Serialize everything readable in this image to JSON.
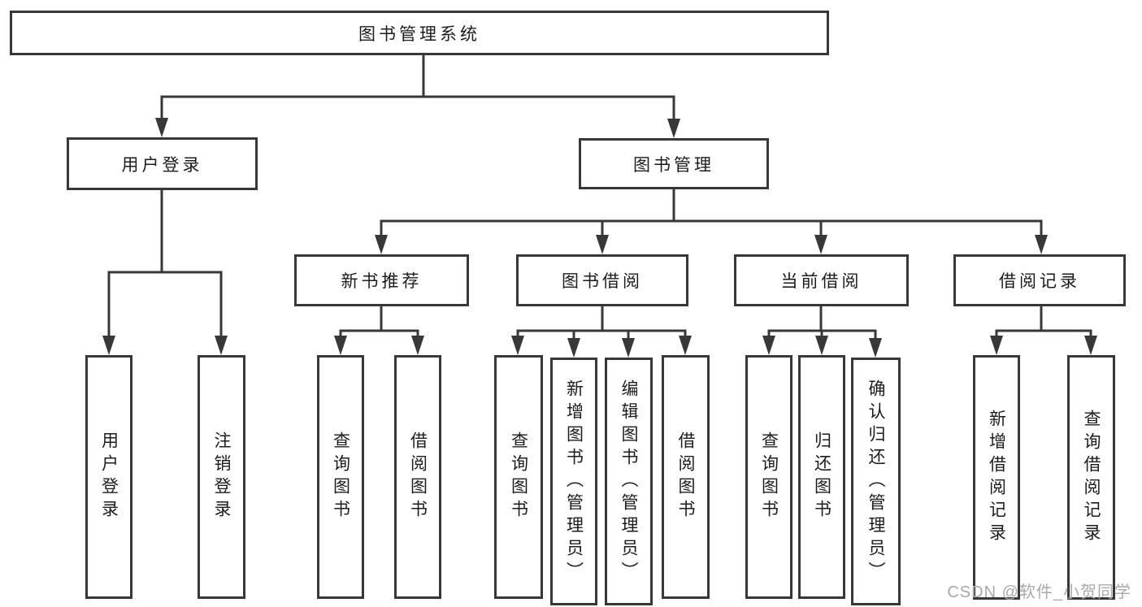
{
  "diagram": {
    "root": {
      "label": "图书管理系统"
    },
    "level2": {
      "user_login": {
        "label": "用户登录"
      },
      "book_mgmt": {
        "label": "图书管理"
      }
    },
    "level3": {
      "new_book_rec": {
        "label": "新书推荐"
      },
      "book_borrow": {
        "label": "图书借阅"
      },
      "current_borrow": {
        "label": "当前借阅"
      },
      "borrow_record": {
        "label": "借阅记录"
      }
    },
    "leaves": {
      "user_login_leaf": {
        "label": "用户登录"
      },
      "logout_leaf": {
        "label": "注销登录"
      },
      "rec_query_book": {
        "label": "查询图书"
      },
      "rec_borrow_book": {
        "label": "借阅图书"
      },
      "bb_query_book": {
        "label": "查询图书"
      },
      "bb_add_book_admin": {
        "label": "新增图书（管理员）"
      },
      "bb_edit_book_admin": {
        "label": "编辑图书（管理员）"
      },
      "bb_borrow_book": {
        "label": "借阅图书"
      },
      "cb_query_book": {
        "label": "查询图书"
      },
      "cb_return_book": {
        "label": "归还图书"
      },
      "cb_confirm_return_admin": {
        "label": "确认归还（管理员）"
      },
      "br_add_record": {
        "label": "新增借阅记录"
      },
      "br_query_record": {
        "label": "查询借阅记录"
      }
    }
  },
  "watermark": {
    "text": "CSDN @软件_小贺同学"
  },
  "colors": {
    "line": "#383838",
    "box_border": "#383838",
    "box_background": "#ffffff",
    "text": "#1c1c1c",
    "watermark": "#a9a9a9",
    "page_background": "#ffffff"
  }
}
